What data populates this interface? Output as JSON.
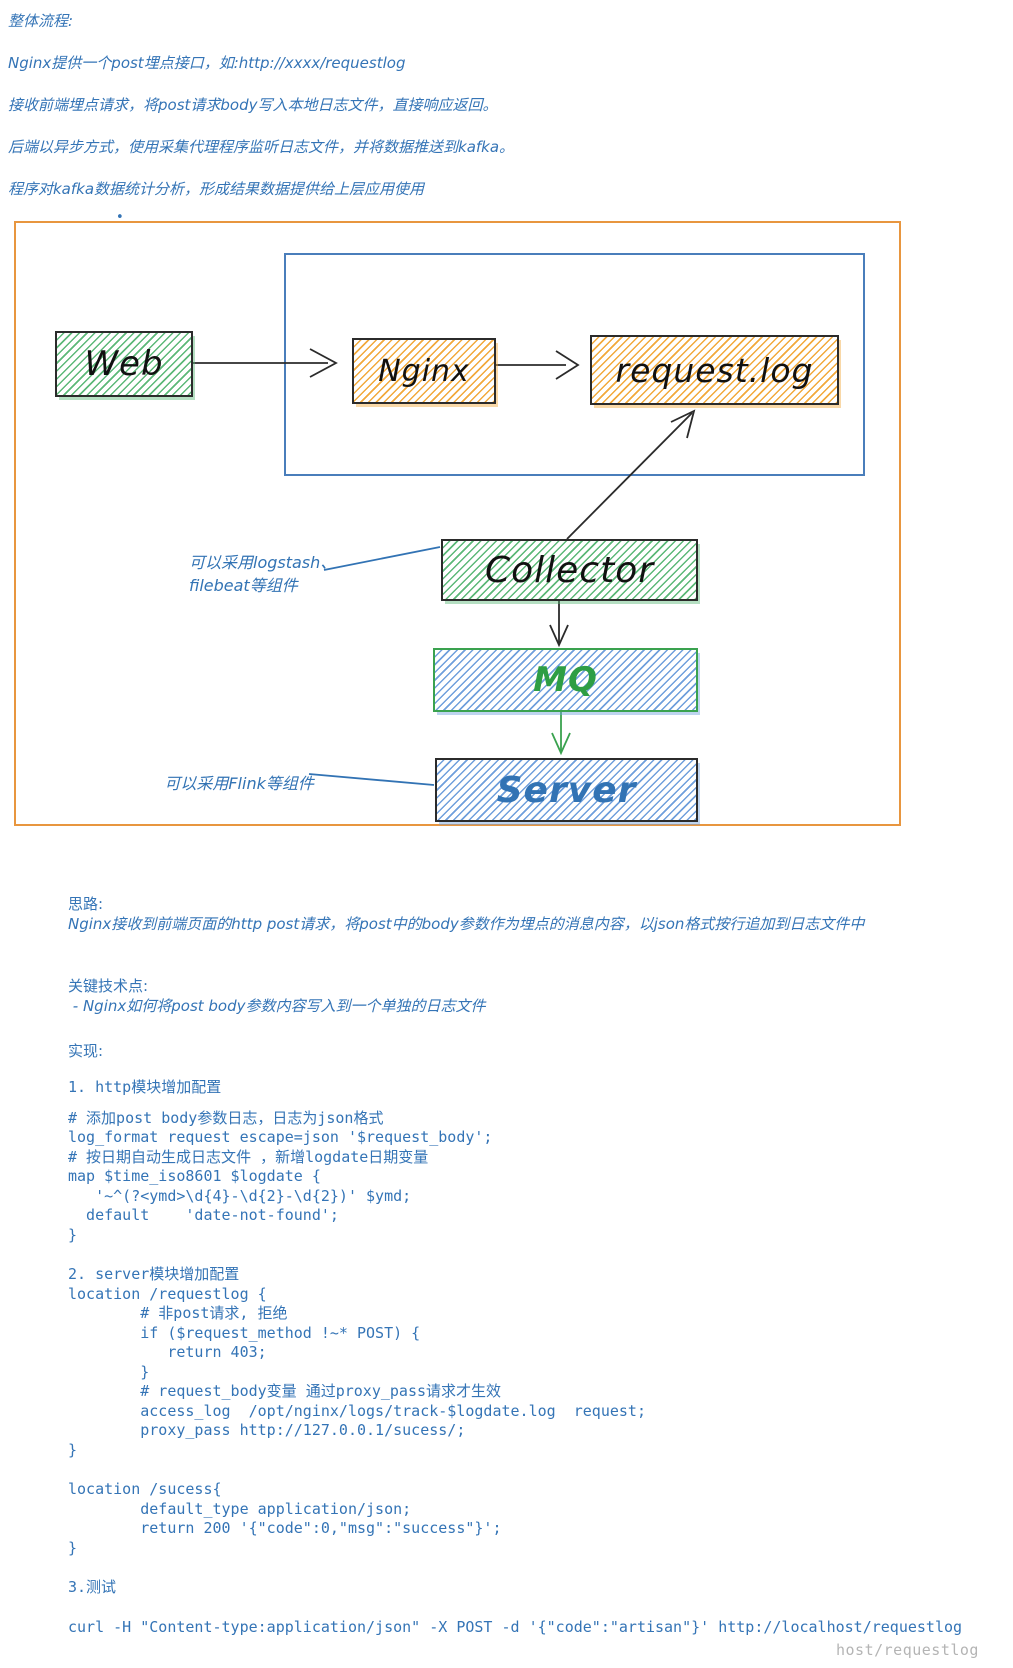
{
  "colors": {
    "text_blue": "#3474b6",
    "orange_border": "#e8963f",
    "blue_border": "#4a7ebb",
    "green_hatch": "#5cb878",
    "orange_hatch": "#f2a93b",
    "blue_hatch": "#6f9fdc",
    "mq_green": "#2e9e44",
    "server_blue": "#3273b4",
    "arrow_black": "#2b2b2b",
    "arrow_green": "#3aa24f",
    "note_blue": "#3273b4",
    "watermark_gray": "#9b9b9b",
    "box_border_dark": "#2b2b2b"
  },
  "intro": {
    "lines": [
      "整体流程:",
      "Nginx提供一个post埋点接口，如:http://xxxx/requestlog",
      "接收前端埋点请求，将post请求body写入本地日志文件，直接响应返回。",
      "后端以异步方式，使用采集代理程序监听日志文件，并将数据推送到kafka。",
      "程序对kafka数据统计分析，形成结果数据提供给上层应用使用"
    ],
    "bullet": "•"
  },
  "diagram": {
    "nodes": {
      "web": "Web",
      "nginx": "Nginx",
      "requestlog": "request.log",
      "collector": "Collector",
      "mq": "MQ",
      "server": "Server"
    },
    "annotations": {
      "collector_note_line1": "可以采用logstash、",
      "collector_note_line2": "filebeat等组件",
      "server_note": "可以采用Flink等组件"
    }
  },
  "sections": {
    "idea_title": "思路:",
    "idea_body": "Nginx接收到前端页面的http post请求，将post中的body参数作为埋点的消息内容，以json格式按行追加到日志文件中",
    "keypoints_title": "关键技术点:",
    "keypoint_1": " - Nginx如何将post body参数内容写入到一个单独的日志文件",
    "impl_title": "实现:",
    "step1_title": "1. http模块增加配置",
    "code1": [
      "# 添加post body参数日志，日志为json格式",
      "log_format request escape=json '$request_body';",
      "# 按日期自动生成日志文件 ，新增logdate日期变量",
      "map $time_iso8601 $logdate {",
      "   '~^(?<ymd>\\d{4}-\\d{2}-\\d{2})' $ymd;",
      "  default    'date-not-found';",
      "}"
    ],
    "step2_title": "2. server模块增加配置",
    "code2": [
      "location /requestlog {",
      "        # 非post请求, 拒绝",
      "        if ($request_method !~* POST) {",
      "           return 403;",
      "        }",
      "        # request_body变量 通过proxy_pass请求才生效",
      "        access_log  /opt/nginx/logs/track-$logdate.log  request;",
      "        proxy_pass http://127.0.0.1/sucess/;",
      "}"
    ],
    "code3": [
      "location /sucess{",
      "        default_type application/json;",
      "        return 200 '{\"code\":0,\"msg\":\"success\"}';",
      "}"
    ],
    "step3_title": "3.测试",
    "curl_line": "curl -H \"Content-type:application/json\" -X POST -d '{\"code\":\"artisan\"}' http://localhost/requestlog"
  },
  "watermark": "host/requestlog"
}
